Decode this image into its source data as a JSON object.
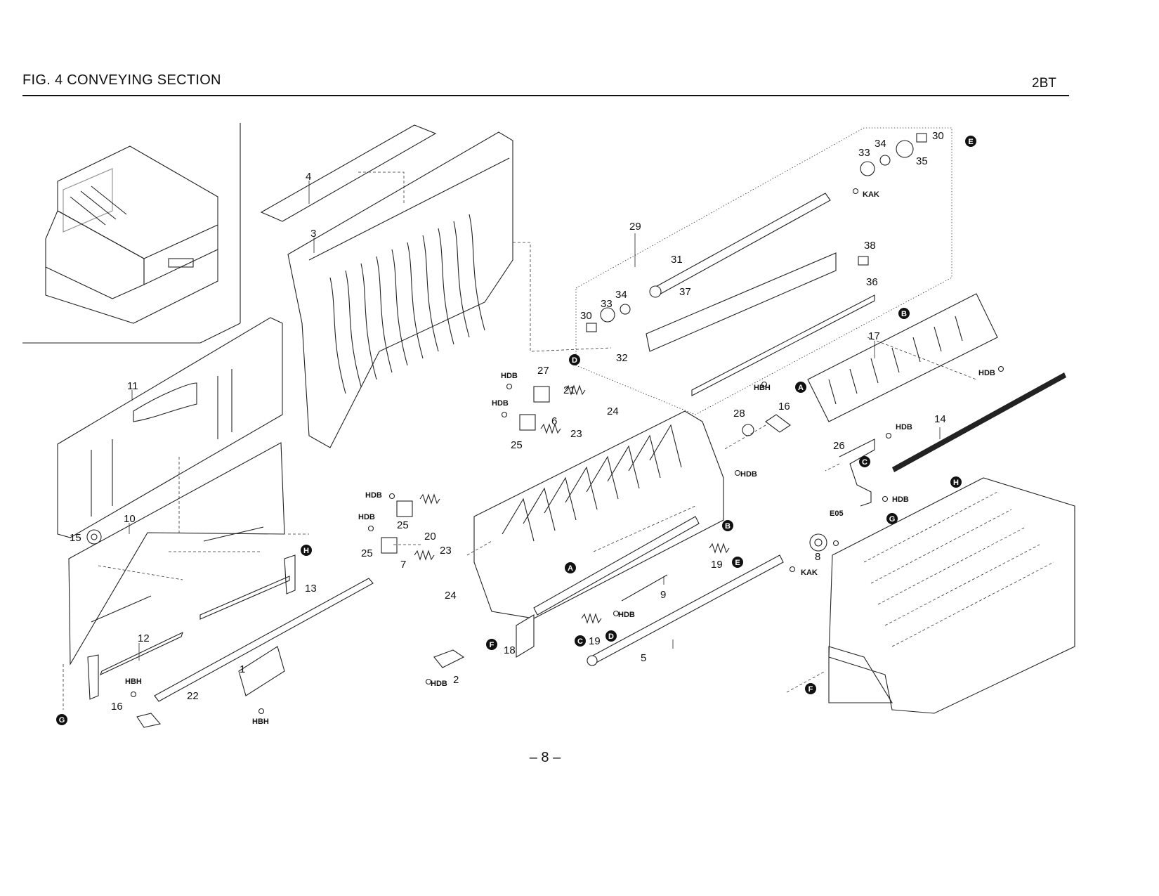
{
  "header": {
    "title": "FIG. 4  CONVEYING SECTION",
    "model_code": "2BT"
  },
  "footer": {
    "page": "– 8 –"
  },
  "part_labels": [
    "1",
    "2",
    "3",
    "4",
    "5",
    "6",
    "7",
    "8",
    "9",
    "10",
    "11",
    "12",
    "13",
    "14",
    "15",
    "16",
    "17",
    "18",
    "19",
    "20",
    "21",
    "22",
    "23",
    "24",
    "25",
    "26",
    "27",
    "28",
    "29",
    "30",
    "31",
    "32",
    "33",
    "34",
    "35",
    "36",
    "37",
    "38"
  ],
  "fastener_codes": [
    "HDB",
    "HBH",
    "KAK",
    "E05"
  ],
  "reference_markers": [
    "A",
    "B",
    "C",
    "D",
    "E",
    "F",
    "G",
    "H"
  ]
}
